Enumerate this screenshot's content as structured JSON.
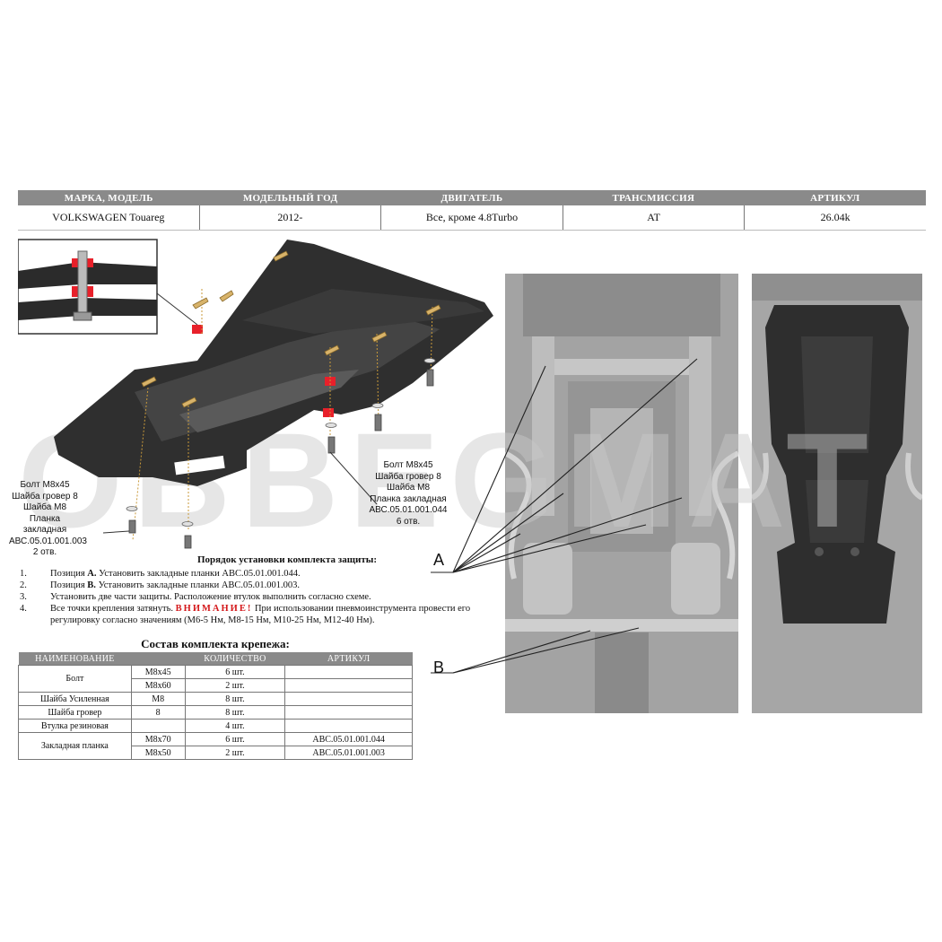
{
  "header": {
    "columns": [
      "МАРКА, МОДЕЛЬ",
      "МОДЕЛЬНЫЙ ГОД",
      "ДВИГАТЕЛЬ",
      "ТРАНСМИССИЯ",
      "АРТИКУЛ"
    ],
    "values": [
      "VOLKSWAGEN Touareg",
      "2012-",
      "Все, кроме 4.8Turbo",
      "AT",
      "26.04k"
    ]
  },
  "watermark": "OBBEGMAT",
  "callout_right": {
    "lines": [
      "Болт М8х45",
      "Шайба гровер 8",
      "Шайба М8",
      "Планка закладная",
      "АВС.05.01.001.044",
      "6 отв."
    ]
  },
  "callout_left": {
    "lines": [
      "Болт М8х45",
      "Шайба гровер 8",
      "Шайба М8",
      "Планка закладная",
      "АВС.05.01.001.003",
      "2 отв."
    ]
  },
  "position_labels": {
    "a": "A",
    "b": "B"
  },
  "instructions": {
    "title": "Порядок установки комплекта защиты:",
    "steps": [
      {
        "num": "1.",
        "prefix": "Позиция ",
        "pos": "A.",
        "text": " Установить закладные планки АВС.05.01.001.044."
      },
      {
        "num": "2.",
        "prefix": "Позиция ",
        "pos": "B.",
        "text": " Установить закладные планки АВС.05.01.001.003."
      },
      {
        "num": "3.",
        "text": "Установить две части защиты. Расположение втулок выполнить согласно схеме."
      },
      {
        "num": "4.",
        "text": "Все точки крепления затянуть.",
        "warning": "ВНИМАНИЕ!",
        "text2": " При использовании пневмоинструмента провести его регулировку согласно значениям (М6-5 Нм,  М8-15 Нм, М10-25 Нм, М12-40 Нм)."
      }
    ]
  },
  "kit": {
    "title": "Состав комплекта крепежа:",
    "headers": [
      "НАИМЕНОВАНИЕ",
      "",
      "КОЛИЧЕСТВО",
      "АРТИКУЛ"
    ],
    "rows": [
      {
        "name": "Болт",
        "size": "М8х45",
        "qty": "6 шт.",
        "art": ""
      },
      {
        "name": "",
        "size": "М8х60",
        "qty": "2 шт.",
        "art": ""
      },
      {
        "name": "Шайба Усиленная",
        "size": "М8",
        "qty": "8 шт.",
        "art": ""
      },
      {
        "name": "Шайба гровер",
        "size": "8",
        "qty": "8 шт.",
        "art": ""
      },
      {
        "name": "Втулка резиновая",
        "size": "",
        "qty": "4 шт.",
        "art": ""
      },
      {
        "name": "Закладная планка",
        "size": "М8х70",
        "qty": "6 шт.",
        "art": "АВС.05.01.001.044"
      },
      {
        "name": "",
        "size": "М8х50",
        "qty": "2 шт.",
        "art": "АВС.05.01.001.003"
      }
    ]
  },
  "colors": {
    "header_bg": "#8a8a8a",
    "warning": "#d4181b",
    "bushing": "#e8202a",
    "plate": "#2b2b2b"
  }
}
